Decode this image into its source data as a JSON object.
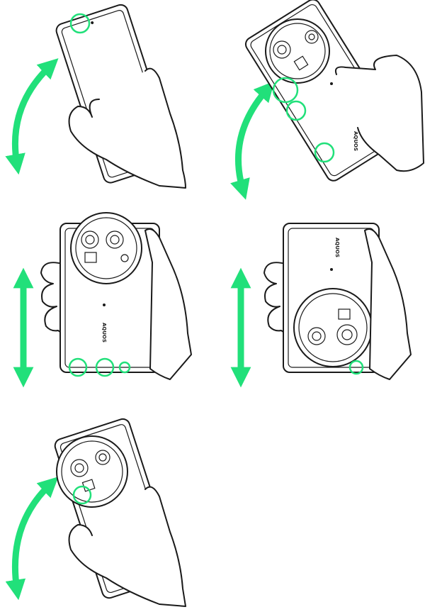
{
  "colors": {
    "accent": "#21e07a",
    "line": "#1a1a1a",
    "background": "#ffffff"
  },
  "brand": {
    "logo_text": "AQUOS"
  },
  "panels": [
    {
      "view": "front-tilted",
      "motion": "curved-swing"
    },
    {
      "view": "back-tilted",
      "motion": "curved-swing"
    },
    {
      "view": "back-upright-camera-top",
      "motion": "vertical-shake"
    },
    {
      "view": "back-upright-camera-bottom",
      "motion": "vertical-shake"
    },
    {
      "view": "back-tilted",
      "motion": "curved-swing"
    }
  ]
}
